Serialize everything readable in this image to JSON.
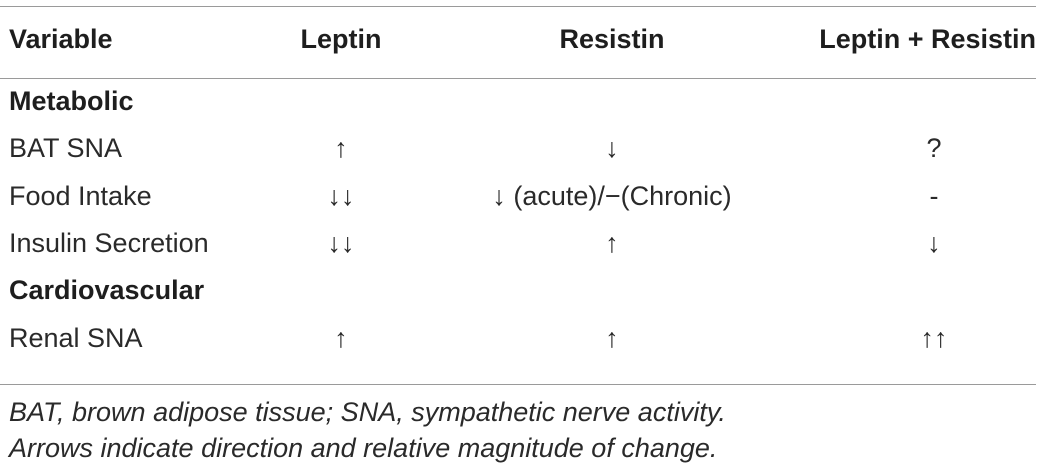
{
  "table": {
    "headers": [
      "Variable",
      "Leptin",
      "Resistin",
      "Leptin + Resistin"
    ],
    "sections": [
      {
        "title": "Metabolic",
        "rows": [
          {
            "variable": "BAT SNA",
            "leptin": "↑",
            "resistin": "↓",
            "combined": "?"
          },
          {
            "variable": "Food Intake",
            "leptin": "↓↓",
            "resistin": "↓ (acute)/−(Chronic)",
            "combined": "-"
          },
          {
            "variable": "Insulin Secretion",
            "leptin": "↓↓",
            "resistin": "↑",
            "combined": "↓"
          }
        ]
      },
      {
        "title": "Cardiovascular",
        "rows": [
          {
            "variable": "Renal SNA",
            "leptin": "↑",
            "resistin": "↑",
            "combined": "↑↑"
          }
        ]
      }
    ]
  },
  "notes": [
    "BAT, brown adipose tissue; SNA, sympathetic nerve activity.",
    "Arrows indicate direction and relative magnitude of change."
  ]
}
